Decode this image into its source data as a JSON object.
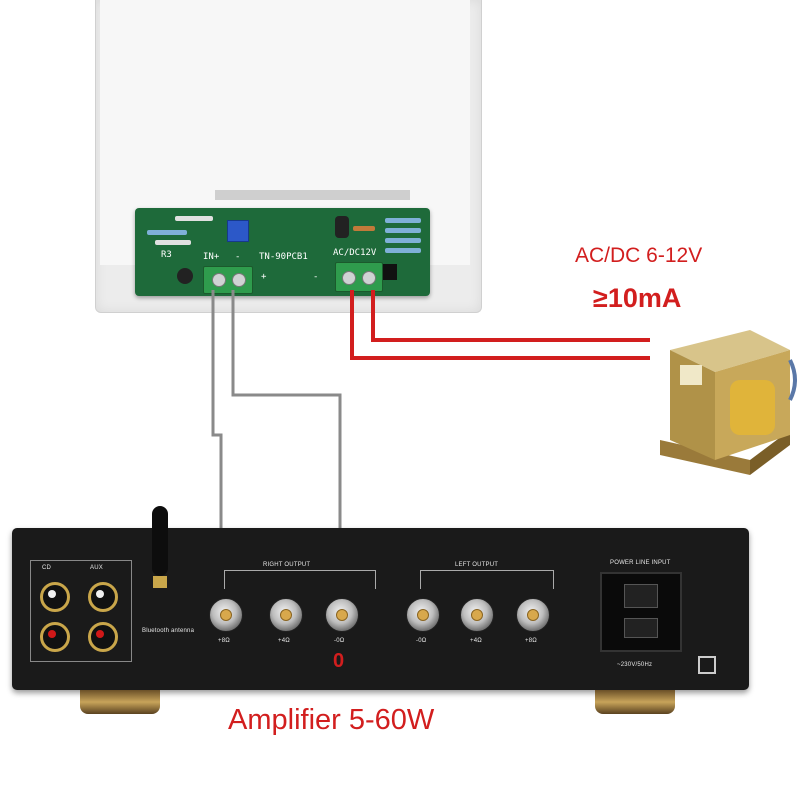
{
  "pcb": {
    "board_label": "TN-90PCB1",
    "input_label": "IN+",
    "input_minus": "-",
    "power_label": "AC/DC12V",
    "ref_r3": "R3",
    "plus_mark": "+",
    "minus_mark": "-"
  },
  "transformer": {
    "voltage": "AC/DC 6-12V",
    "current": "≥10mA"
  },
  "amplifier": {
    "title": "Amplifier 5-60W",
    "zero_marker": "0",
    "right_output": "RIGHT OUTPUT",
    "left_output": "LEFT OUTPUT",
    "power_input": "POWER LINE INPUT",
    "voltage_rating": "~230V/50Hz",
    "cd": "CD",
    "aux": "AUX",
    "antenna": "Bluetooth antenna",
    "right_terms": [
      "+8Ω",
      "+4Ω",
      "-0Ω"
    ],
    "left_terms": [
      "-0Ω",
      "+4Ω",
      "+8Ω"
    ]
  },
  "colors": {
    "power_wire": "#d21e1e",
    "signal_wire": "#8a8a8a",
    "pcb": "#1e6a3a",
    "accent_text": "#d21e1e"
  }
}
